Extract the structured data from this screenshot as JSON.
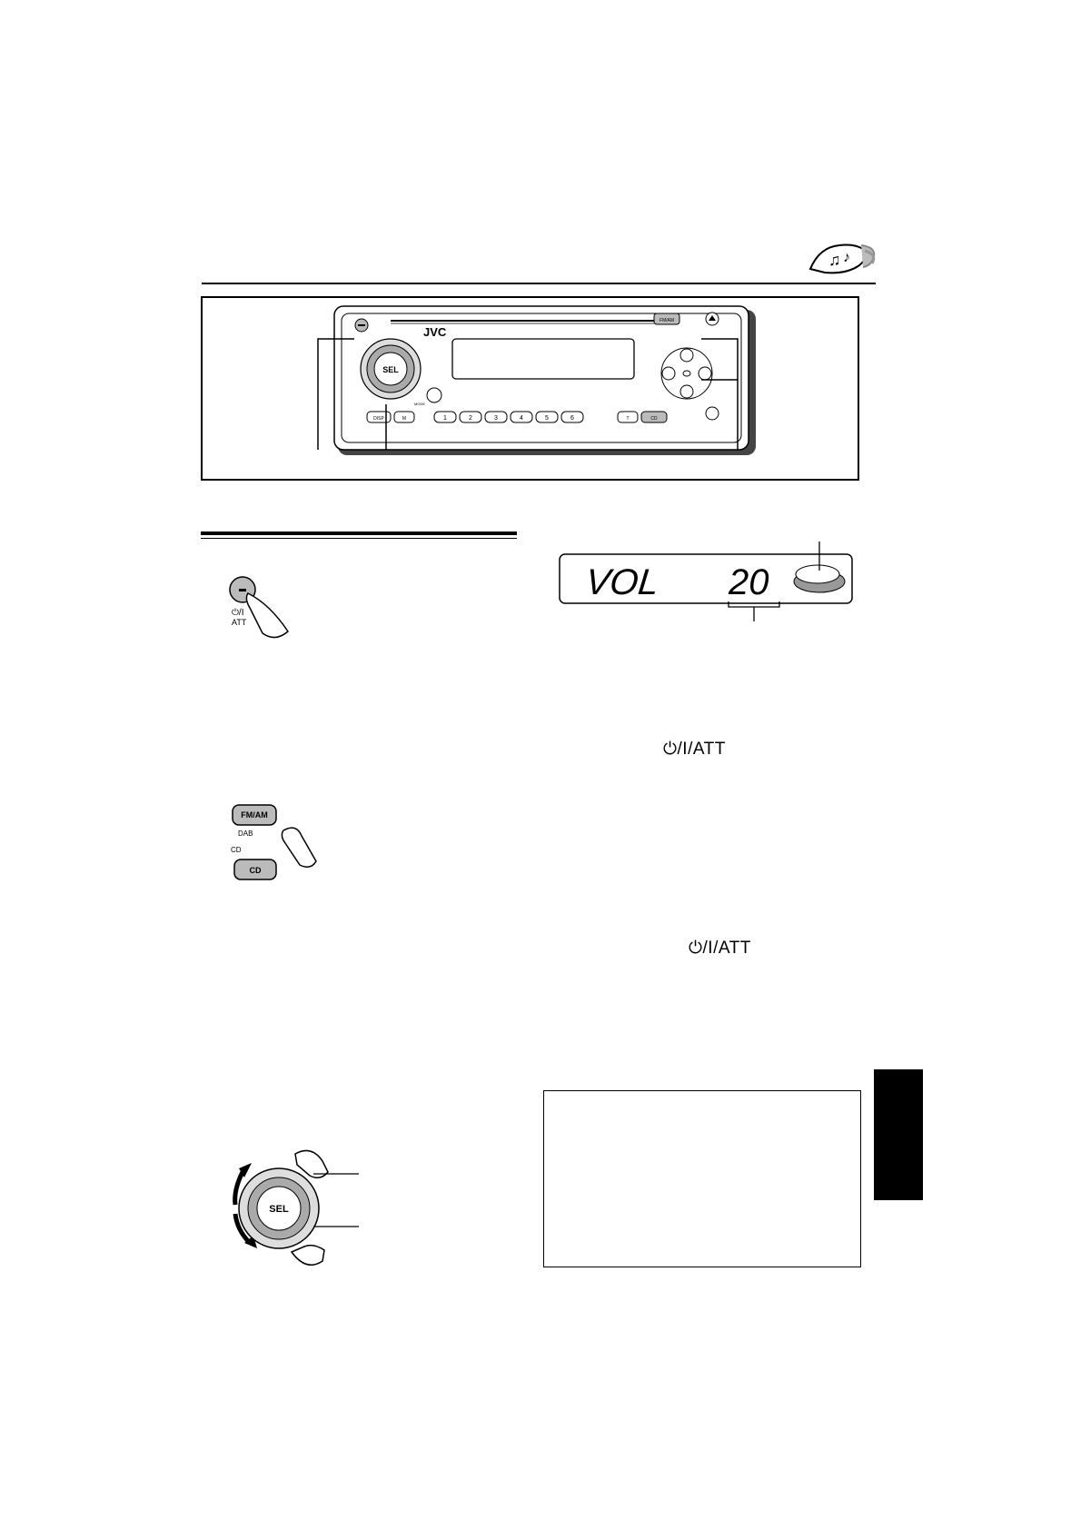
{
  "brand": "JVC",
  "labels": {
    "sel": "SEL",
    "fm_am": "FM/AM",
    "dab": "DAB",
    "cd": "CD",
    "att": "ATT",
    "power_att": "⏻/I",
    "power_att_inline": "⏻/I/ATT",
    "disp": "DISP",
    "m": "M",
    "t": "T",
    "mode": "MODE",
    "presets": [
      "1",
      "2",
      "3",
      "4",
      "5",
      "6"
    ]
  },
  "display": {
    "text": "VOL",
    "value": "20"
  },
  "icons": {
    "header": "music-notes-icon",
    "hand": "pointing-finger-icon"
  }
}
